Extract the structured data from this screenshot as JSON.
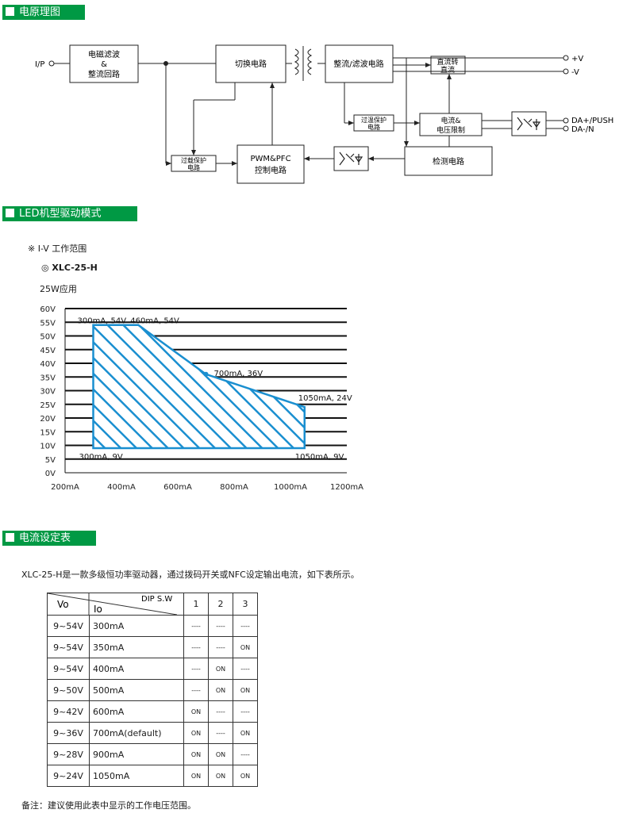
{
  "sections": {
    "schematic_title": "电原理图",
    "led_title": "LED机型驱动模式",
    "current_title": "电流设定表"
  },
  "diagram": {
    "input_label": "I/P",
    "emi_line1": "电磁滤波",
    "emi_line2": "&",
    "emi_line3": "整流回路",
    "switch": "切换电路",
    "rect": "整流/滤波电路",
    "dc_line1": "直流转",
    "dc_line2": "直流",
    "out_pos": "+V",
    "out_neg": "-V",
    "otp_line1": "过温保护",
    "otp_line2": "电路",
    "ilimit_line1": "电流&",
    "ilimit_line2": "电压限制",
    "da_pos": "DA+/PUSH",
    "da_neg": "DA-/N",
    "olp_line1": "过载保护",
    "olp_line2": "电路",
    "pwm_line1": "PWM&PFC",
    "pwm_line2": "控制电路",
    "detect": "检测电路"
  },
  "led": {
    "iv_label": "※ I-V 工作范围",
    "model": "◎ XLC-25-H",
    "app": "25W应用"
  },
  "chart_data": {
    "type": "area",
    "x_ticks": [
      "200mA",
      "400mA",
      "600mA",
      "800mA",
      "1000mA",
      "1200mA"
    ],
    "y_ticks": [
      "0V",
      "5V",
      "10V",
      "15V",
      "20V",
      "25V",
      "30V",
      "35V",
      "40V",
      "45V",
      "50V",
      "55V",
      "60V"
    ],
    "xlim": [
      200,
      1200
    ],
    "ylim": [
      0,
      60
    ],
    "polygon": [
      [
        300,
        9
      ],
      [
        300,
        54
      ],
      [
        460,
        54
      ],
      [
        700,
        36
      ],
      [
        1050,
        24
      ],
      [
        1050,
        9
      ]
    ],
    "annotations": [
      {
        "text": "300mA, 54V",
        "x": 300,
        "y": 54
      },
      {
        "text": "460mA, 54V",
        "x": 460,
        "y": 54
      },
      {
        "text": "700mA, 36V",
        "x": 700,
        "y": 36
      },
      {
        "text": "1050mA, 24V",
        "x": 1050,
        "y": 24
      },
      {
        "text": "300mA, 9V",
        "x": 300,
        "y": 9
      },
      {
        "text": "1050mA, 9V",
        "x": 1050,
        "y": 9
      }
    ],
    "fill_color": "#1a8fd0"
  },
  "current_table": {
    "desc": "XLC-25-H是一款多级恒功率驱动器，通过拨码开关或NFC设定输出电流，如下表所示。",
    "header_vo": "Vo",
    "header_io": "Io",
    "header_dip": "DIP S.W",
    "header_cols": [
      "1",
      "2",
      "3"
    ],
    "rows": [
      {
        "vo": "9~54V",
        "io": "300mA",
        "s": [
          "----",
          "----",
          "----"
        ]
      },
      {
        "vo": "9~54V",
        "io": "350mA",
        "s": [
          "----",
          "----",
          "ON"
        ]
      },
      {
        "vo": "9~54V",
        "io": "400mA",
        "s": [
          "----",
          "ON",
          "----"
        ]
      },
      {
        "vo": "9~50V",
        "io": "500mA",
        "s": [
          "----",
          "ON",
          "ON"
        ]
      },
      {
        "vo": "9~42V",
        "io": "600mA",
        "s": [
          "ON",
          "----",
          "----"
        ]
      },
      {
        "vo": "9~36V",
        "io": "700mA(default)",
        "s": [
          "ON",
          "----",
          "ON"
        ]
      },
      {
        "vo": "9~28V",
        "io": "900mA",
        "s": [
          "ON",
          "ON",
          "----"
        ]
      },
      {
        "vo": "9~24V",
        "io": "1050mA",
        "s": [
          "ON",
          "ON",
          "ON"
        ]
      }
    ],
    "note": "备注：建议使用此表中显示的工作电压范围。"
  }
}
